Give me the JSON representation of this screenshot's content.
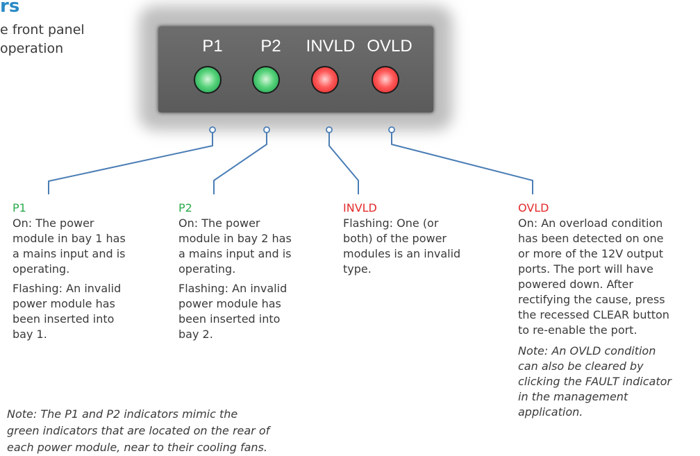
{
  "heading_fragment": "rs",
  "intro_text": "e front panel\noperation",
  "indicators": [
    {
      "label": "P1",
      "state_color": "green"
    },
    {
      "label": "P2",
      "state_color": "green"
    },
    {
      "label": "INVLD",
      "state_color": "red"
    },
    {
      "label": "OVLD",
      "state_color": "red"
    }
  ],
  "colors": {
    "heading": "#2b8ac6",
    "green_title": "#2aab4a",
    "red_title": "#e32b2b",
    "connector": "#4a7db5",
    "panel": "#636363"
  },
  "descriptions": [
    {
      "title": "P1",
      "on": "On:  The power\nmodule in bay 1 has\na mains input and is\noperating.",
      "flashing": "Flashing:  An invalid\npower module has\nbeen inserted into\nbay 1."
    },
    {
      "title": "P2",
      "on": "On:  The power\nmodule in bay 2 has\na mains input and is\noperating.",
      "flashing": "Flashing:  An invalid\npower module has\nbeen inserted into\nbay 2."
    },
    {
      "title": "INVLD",
      "flashing": "Flashing:  One (or\nboth) of the power\nmodules is an invalid\ntype."
    },
    {
      "title": "OVLD",
      "on": "On:  An overload condition\nhas been detected on one\nor more of the 12V output\nports. The port will have\npowered down. After\nrectifying the cause, press\nthe recessed CLEAR button\nto re-enable the port.",
      "note": "Note: An OVLD condition\ncan also be cleared by\nclicking the FAULT indicator\nin the management\napplication."
    }
  ],
  "bottom_note": "Note: The P1 and P2 indicators mimic the\ngreen indicators that are located on the rear of\neach power module, near to their cooling fans."
}
